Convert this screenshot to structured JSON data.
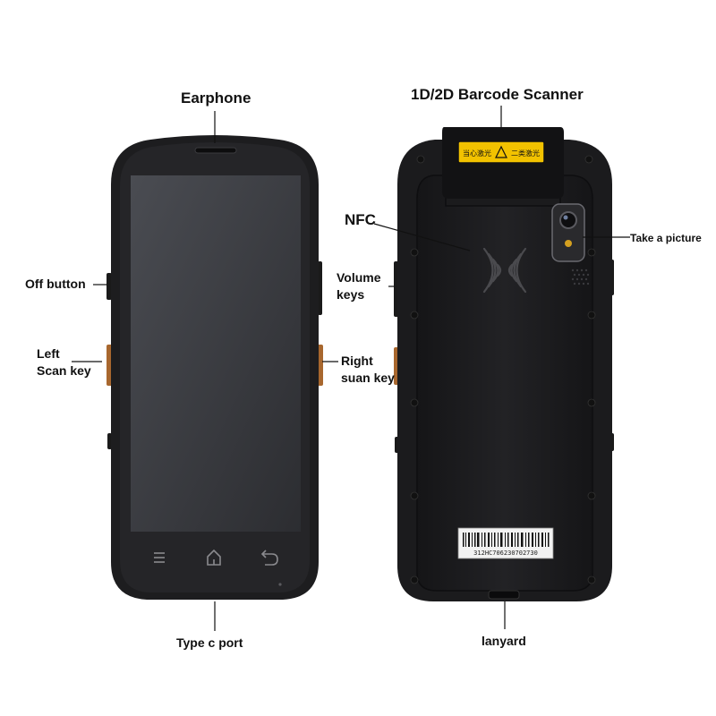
{
  "labels": {
    "earphone": "Earphone",
    "off_button": "Off button",
    "left_scan_key_line1": "Left",
    "left_scan_key_line2": "Scan key",
    "right_scan_key_line1": "Right",
    "right_scan_key_line2": "suan key",
    "type_c_port": "Type c port",
    "barcode_scanner": "1D/2D Barcode Scanner",
    "nfc": "NFC",
    "volume_keys_line1": "Volume",
    "volume_keys_line2": "keys",
    "take_picture": "Take a picture",
    "lanyard": "lanyard"
  },
  "device": {
    "warning_sticker_left": "当心激光",
    "warning_sticker_right": "二类激光",
    "serial_number": "312HC706230702730"
  },
  "colors": {
    "body": "#1d1d1f",
    "screen": "#3b3d42",
    "side_keys": "#a8672e",
    "sticker": "#f2c200"
  }
}
